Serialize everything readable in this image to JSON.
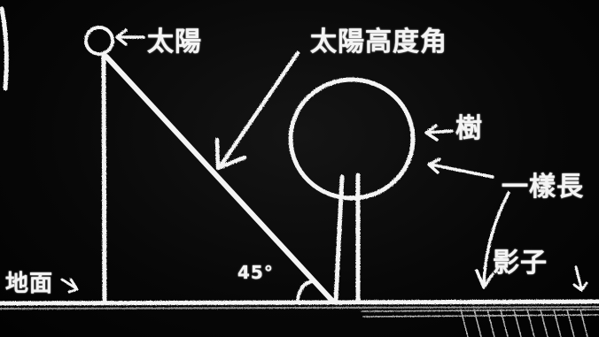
{
  "labels": {
    "sun": "太陽",
    "sun_elevation_angle": "太陽高度角",
    "tree": "樹",
    "same_length": "一樣長",
    "shadow": "影子",
    "ground": "地面",
    "angle_value": "45°"
  },
  "colors": {
    "board": "#050505",
    "chalk": "#f4f4f4"
  }
}
